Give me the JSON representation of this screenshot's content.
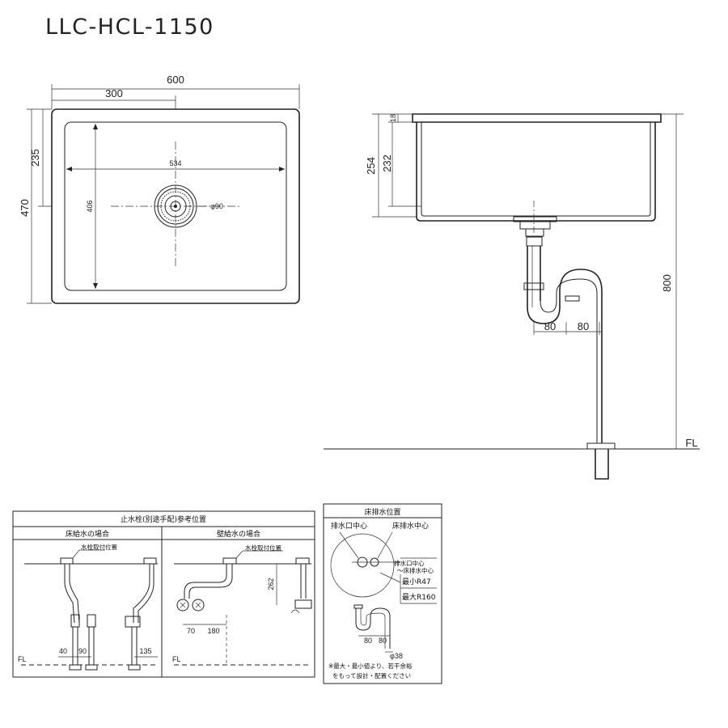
{
  "title": "LLC-HCL-1150",
  "plan": {
    "width": "600",
    "half_width": "300",
    "depth": "470",
    "drain_offset": "235",
    "inner_width": "534",
    "inner_depth": "406",
    "drain_dia": "φ90"
  },
  "side": {
    "rim": "18",
    "inner_height": "232",
    "outer_height": "254",
    "trap_a": "80",
    "trap_b": "80",
    "height_fl": "800",
    "floor": "FL"
  },
  "faucet_panel": {
    "title": "止水栓(別途手配)参考位置",
    "floor_supply": {
      "title": "床給水の場合",
      "note": "水栓取付位置",
      "dim_a": "40",
      "dim_b": "90",
      "dim_c": "135",
      "fl": "FL"
    },
    "wall_supply": {
      "title": "壁給水の場合",
      "note": "水栓取付位置",
      "dim_a": "70",
      "dim_b": "180",
      "dim_c": "262",
      "fl": "FL"
    }
  },
  "drain_panel": {
    "title": "床排水位置",
    "label_outlet": "排水口中心",
    "label_floor": "床排水中心",
    "legend_line1": "排水口中心",
    "legend_line2": "～床排水中心",
    "min_r": "最小R47",
    "max_r": "最大R160",
    "dim_a": "80",
    "dim_b": "80",
    "pipe_dia": "φ38",
    "note_line1": "※最大・最小値より、若干余裕",
    "note_line2": "をもって設計・配置ください"
  },
  "colors": {
    "line": "#222222",
    "background": "#ffffff"
  }
}
